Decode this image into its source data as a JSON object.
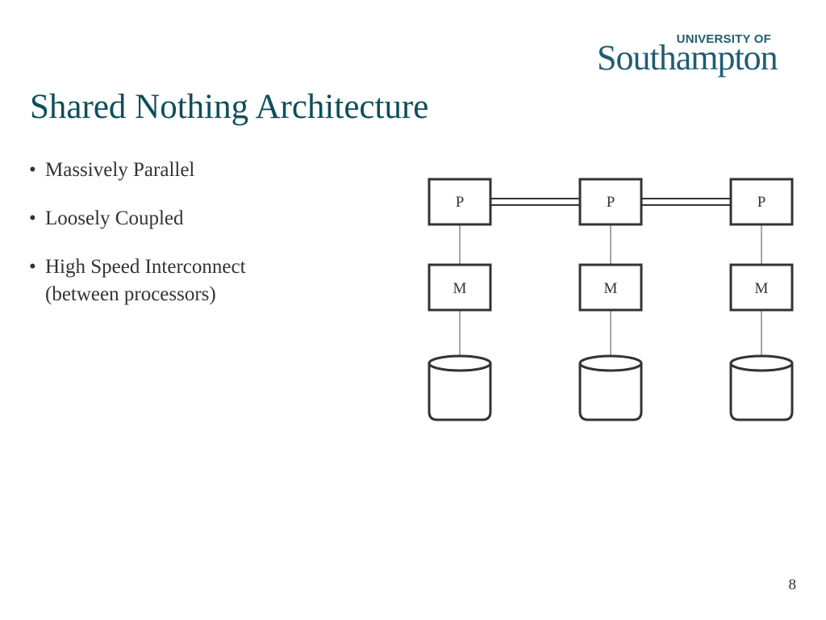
{
  "logo": {
    "top_text": "UNIVERSITY OF",
    "main_text": "Southampton"
  },
  "title": "Shared Nothing Architecture",
  "bullets": {
    "item1": "Massively Parallel",
    "item2": "Loosely Coupled",
    "item3_line1": "High Speed Interconnect",
    "item3_line2": "(between processors)",
    "marker": "•"
  },
  "diagram": {
    "nodes": [
      {
        "processor": "P",
        "memory": "M"
      },
      {
        "processor": "P",
        "memory": "M"
      },
      {
        "processor": "P",
        "memory": "M"
      }
    ],
    "colors": {
      "stroke": "#333333",
      "connector": "#888888"
    }
  },
  "page_number": "8"
}
